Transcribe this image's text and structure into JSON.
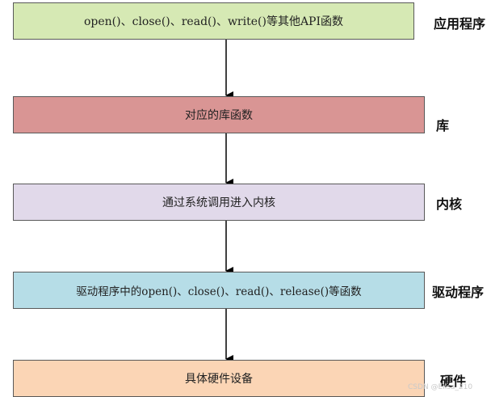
{
  "layers": [
    {
      "id": "app",
      "box_text": "open()、close()、read()、write()等其他API函数",
      "side_label": "应用程序",
      "fill": "#d6e9b4"
    },
    {
      "id": "lib",
      "box_text": "对应的库函数",
      "side_label": "库",
      "fill": "#d99594"
    },
    {
      "id": "kernel",
      "box_text": "通过系统调用进入内核",
      "side_label": "内核",
      "fill": "#e1d9ea"
    },
    {
      "id": "driver",
      "box_text": "驱动程序中的open()、close()、read()、release()等函数",
      "side_label": "驱动程序",
      "fill": "#b6dde7"
    },
    {
      "id": "hw",
      "box_text": "具体硬件设备",
      "side_label": "硬件",
      "fill": "#fbd5b5"
    }
  ],
  "watermark": "CSDN @Elisa_210",
  "arrow_color": "#000000"
}
